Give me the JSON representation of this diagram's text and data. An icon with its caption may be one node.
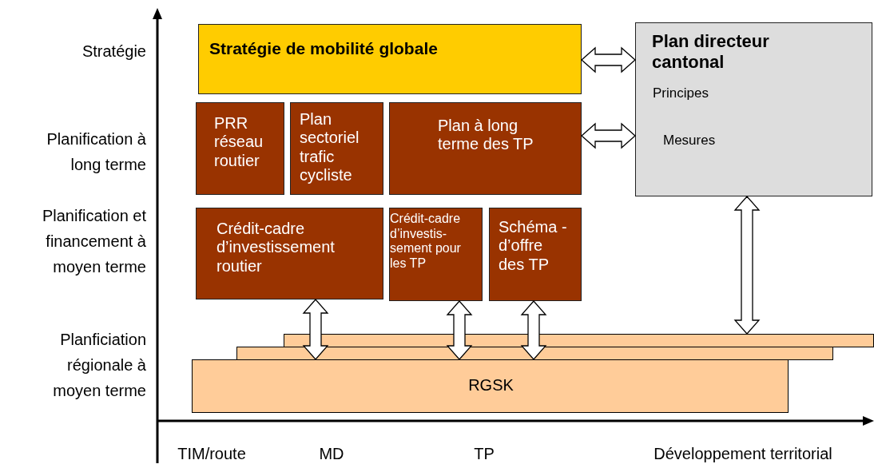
{
  "diagram": {
    "nodes": [
      {
        "text": [
          "Stratégie de mobilité globale"
        ]
      },
      {
        "text": [
          "Plan directeur cantonal",
          "Principes",
          "Mesures"
        ]
      },
      {
        "text": [
          "PRR réseau routier"
        ]
      },
      {
        "text": [
          "Plan sectoriel trafic cycliste"
        ]
      },
      {
        "text": [
          "Plan à long terme des TP"
        ]
      },
      {
        "text": [
          "Crédit-cadre d’investissement routier"
        ]
      },
      {
        "text": [
          "Crédit-cadre d’investis- sement pour les TP"
        ]
      },
      {
        "text": [
          "Schéma - d’offre des TP"
        ]
      },
      {
        "text": [],
        "shape": "box"
      },
      {
        "text": [],
        "shape": "box"
      },
      {
        "text": [
          "RGSK"
        ]
      }
    ],
    "edges": [
      {
        "from": 0,
        "to": 1,
        "arrow": "both"
      },
      {
        "from": 4,
        "to": 1,
        "arrow": "both"
      },
      {
        "from": 1,
        "to": 8,
        "arrow": "both"
      },
      {
        "from": 5,
        "to": 10,
        "arrow": "both"
      },
      {
        "from": 6,
        "to": 10,
        "arrow": "both"
      },
      {
        "from": 7,
        "to": 10,
        "arrow": "both"
      }
    ],
    "labels": [
      "Stratégie",
      "Planification à long terme",
      "Planification et financement à moyen terme",
      "Planficiation régionale à moyen terme",
      "TIM/route",
      "MD",
      "TP",
      "Développement territorial"
    ]
  }
}
